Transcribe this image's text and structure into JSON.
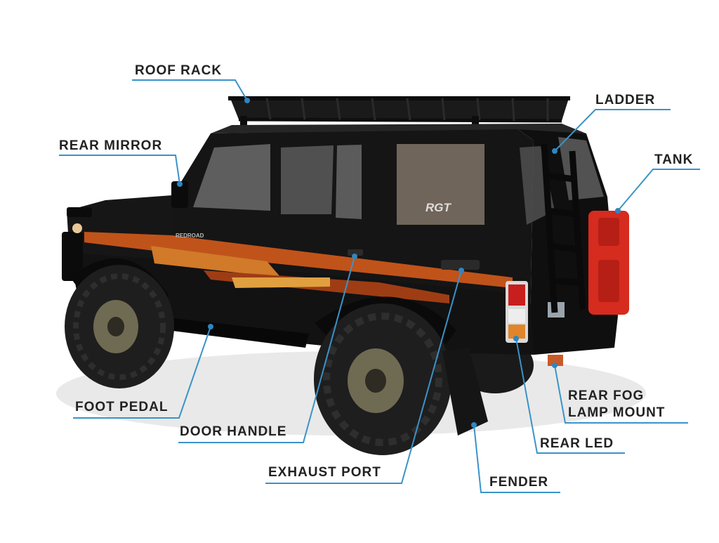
{
  "colors": {
    "leader": "#3a93c9",
    "dot": "#2e86c1",
    "body": "#111111",
    "stripe": "#c0531a",
    "tank": "#d62b1f",
    "tire": "#1e1e1e",
    "rim": "#6f6a52"
  },
  "truck": {
    "badge_text": "RGT",
    "door_text": "REDROAD"
  },
  "callouts": [
    {
      "id": "roof-rack",
      "label": "ROOF RACK"
    },
    {
      "id": "rear-mirror",
      "label": "REAR MIRROR"
    },
    {
      "id": "ladder",
      "label": "LADDER"
    },
    {
      "id": "tank",
      "label": "TANK"
    },
    {
      "id": "foot-pedal",
      "label": "FOOT PEDAL"
    },
    {
      "id": "door-handle",
      "label": "DOOR HANDLE"
    },
    {
      "id": "exhaust-port",
      "label": "EXHAUST PORT"
    },
    {
      "id": "fender",
      "label": "FENDER"
    },
    {
      "id": "rear-fog-lamp-mount",
      "label": "REAR FOG LAMP MOUNT",
      "lines": [
        "REAR FOG",
        "LAMP MOUNT"
      ]
    },
    {
      "id": "rear-led",
      "label": "REAR LED"
    }
  ]
}
